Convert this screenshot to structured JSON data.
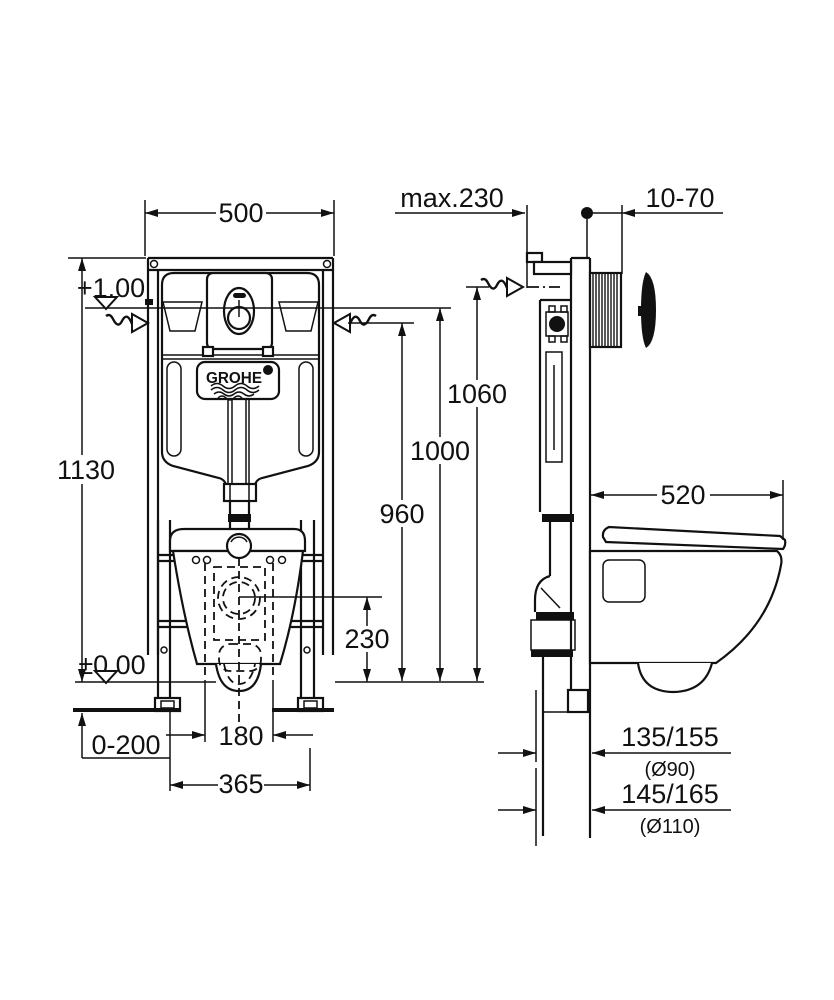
{
  "brand": {
    "logo": "GROHE"
  },
  "front": {
    "width": "500",
    "height": "1130",
    "water_level": "+1,00",
    "floor_level": "±0,00",
    "floor_buildup": "0-200",
    "bolt_spacing": "180",
    "base_span": "365",
    "outlet_center_height": "230"
  },
  "side": {
    "depth_max": "max.230",
    "wall_finish_range": "10-70",
    "height_960": "960",
    "height_1000": "1000",
    "height_1060": "1060",
    "wc_depth": "520",
    "outlet_90": "135/155",
    "outlet_90_dia": "(Ø90)",
    "outlet_110": "145/165",
    "outlet_110_dia": "(Ø110)"
  }
}
